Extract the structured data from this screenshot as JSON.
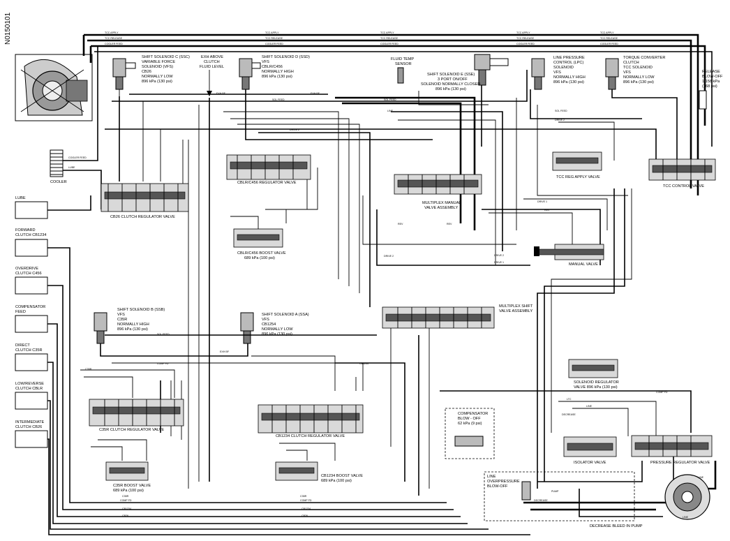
{
  "diagram_id": "N0150101",
  "clutches": {
    "lube": "LUBE",
    "forward_1": "FORWARD",
    "forward_2": "CLUTCH CB1234",
    "overdrive_1": "OVERDRIVE",
    "overdrive_2": "CLUTCH C456",
    "compensator_1": "COMPENSATOR",
    "compensator_2": "FEED",
    "direct_1": "DIRECT",
    "direct_2": "CLUTCH C35R",
    "lowrev_1": "LOW/REVERSE",
    "lowrev_2": "CLUTCH CBLR",
    "intermediate_1": "INTERMEDIATE",
    "intermediate_2": "CLUTCH CB26"
  },
  "cooler": {
    "label": "COOLER",
    "feed": "COOLER FEED",
    "lube": "LUBE"
  },
  "top_lines": {
    "apply": "TCC APPLY",
    "release": "TCC RELEASE",
    "cooler_feed": "COOLER FEED"
  },
  "sol_c": [
    "SHIFT SOLENOID C (SSC)",
    "VARIABLE FORCE",
    "SOLENOID (VFS)",
    "CB26",
    "NORMALLY LOW",
    "896 kPa (130 psi)"
  ],
  "exh": [
    "EXH ABOVE",
    "CLUTCH",
    "FLUID LEVEL"
  ],
  "sol_d": [
    "SHIFT SOLENOID D (SSD)",
    "VFS",
    "CBLR/C456",
    "NORMALLY HIGH",
    "896 kPa (130 psi)"
  ],
  "fluid_temp": [
    "FLUID TEMP",
    "SENSOR"
  ],
  "sol_e": [
    "SHIFT SOLENOID E (SSE)",
    "3 PORT ON/OFF",
    "SOLENOID NORMALLY CLOSED",
    "896 kPa (130 psi)"
  ],
  "line_pressure": [
    "LINE PRESSURE",
    "CONTROL (LPC)",
    "SOLENOID",
    "VFS",
    "NORMALLY HIGH",
    "896 kPa (130 psi)"
  ],
  "tcc_sol": [
    "TORQUE CONVERTER",
    "CLUTCH",
    "TCC SOLENOID",
    "VFS",
    "NORMALLY LOW",
    "896 kPa (130 psi)"
  ],
  "release_blowoff": [
    "RELEASE",
    "BLOW-OFF",
    "1,158 kPa",
    "(168 psi)"
  ],
  "sol_b": [
    "SHIFT SOLENOID B (SSB)",
    "VFS",
    "C35R",
    "NORMALLY HIGH",
    "896 kPa (130 psi)"
  ],
  "sol_a": [
    "SHIFT SOLENOID A (SSA)",
    "VFS",
    "CB1254",
    "NORMALLY LOW",
    "896 kPa (130 psi)"
  ],
  "valves": {
    "cb26": "CB26 CLUTCH REGULATOR VALVE",
    "cblr_reg": "CBLR/C456 REGULATOR VALVE",
    "cblr_boost_1": "CBLR/C456 BOOST VALVE",
    "cblr_boost_2": "689 kPa (100 psi)",
    "mux_manual_1": "MULTIPLEX MANUAL",
    "mux_manual_2": "VALVE ASSEMBLY",
    "tcc_reg": "TCC REG APPLY VALVE",
    "tcc_control": "TCC CONTROL VALVE",
    "manual": "MANUAL VALVE",
    "mux_shift_1": "MULTIPLEX SHIFT",
    "mux_shift_2": "VALVE ASSEMBLY",
    "sol_reg_1": "SOLENOID REGULATOR",
    "sol_reg_2": "VALVE 896 kPa (130 psi)",
    "c35r_reg": "C35R CLUTCH REGULATOR VALVE",
    "cb1234_reg": "CB1234 CLUTCH REGULATOR VALVE",
    "c35r_boost_1": "C35R BOOST VALVE",
    "c35r_boost_2": "689 kPa (100 psi)",
    "cb1234_boost_1": "CB1234 BOOST VALVE",
    "cb1234_boost_2": "689 kPa (100 psi)",
    "comp_blowoff_1": "COMPENSATOR",
    "comp_blowoff_2": "BLOW - OFF",
    "comp_blowoff_3": "62 kPa (9 psi)",
    "isolator": "ISOLATOR VALVE",
    "pressure_reg": "PRESSURE REGULATOR VALVE",
    "line_over_1": "LINE",
    "line_over_2": "OVERPRESSURE",
    "line_over_3": "BLOW-OFF",
    "decrease_bleed": "DECREASE BLEED IN PUMP"
  },
  "line_labels": {
    "sol_feed": "SOL FEED",
    "exh": "EXH BF",
    "line": "LINE",
    "drive2": "DRIVE 2",
    "drive1": "DRIVE 1",
    "rev": "REV",
    "comp_fd": "COMP FD",
    "c35r": "C35R",
    "cb26": "CB26",
    "cb1234": "CB1234",
    "decrease": "DECREASE",
    "pump": "PUMP",
    "lube": "LUBE",
    "ltc": "LTC"
  },
  "colors": {
    "ink": "#000000",
    "fill": "#d9d9d9",
    "paper": "#ffffff"
  }
}
